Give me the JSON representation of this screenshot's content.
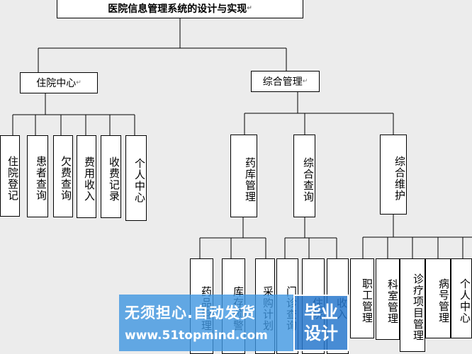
{
  "root": {
    "label": "医院信息管理系统的设计与实现"
  },
  "mark": "↵",
  "inpatient": {
    "label": "住院中心",
    "children": [
      "住院登记",
      "患者查询",
      "欠费查询",
      "费用收入",
      "收费记录",
      "个人中心"
    ]
  },
  "admin": {
    "label": "综合管理",
    "pharmacy": {
      "label": "药库管理",
      "children": [
        "药品管理",
        "库存预警",
        "采购计划"
      ]
    },
    "query": {
      "label": "综合查询",
      "children": [
        "门诊查询",
        "住院",
        "收入"
      ]
    },
    "maintain": {
      "label": "综合维护",
      "children": [
        "职工管理",
        "科室管理",
        "诊疗项目管理",
        "病号管理",
        "个人中心"
      ]
    }
  },
  "watermark": {
    "line1": "无须担心.自动发货",
    "line2": "www.51topmind.com",
    "badge": "毕业\n设计"
  }
}
